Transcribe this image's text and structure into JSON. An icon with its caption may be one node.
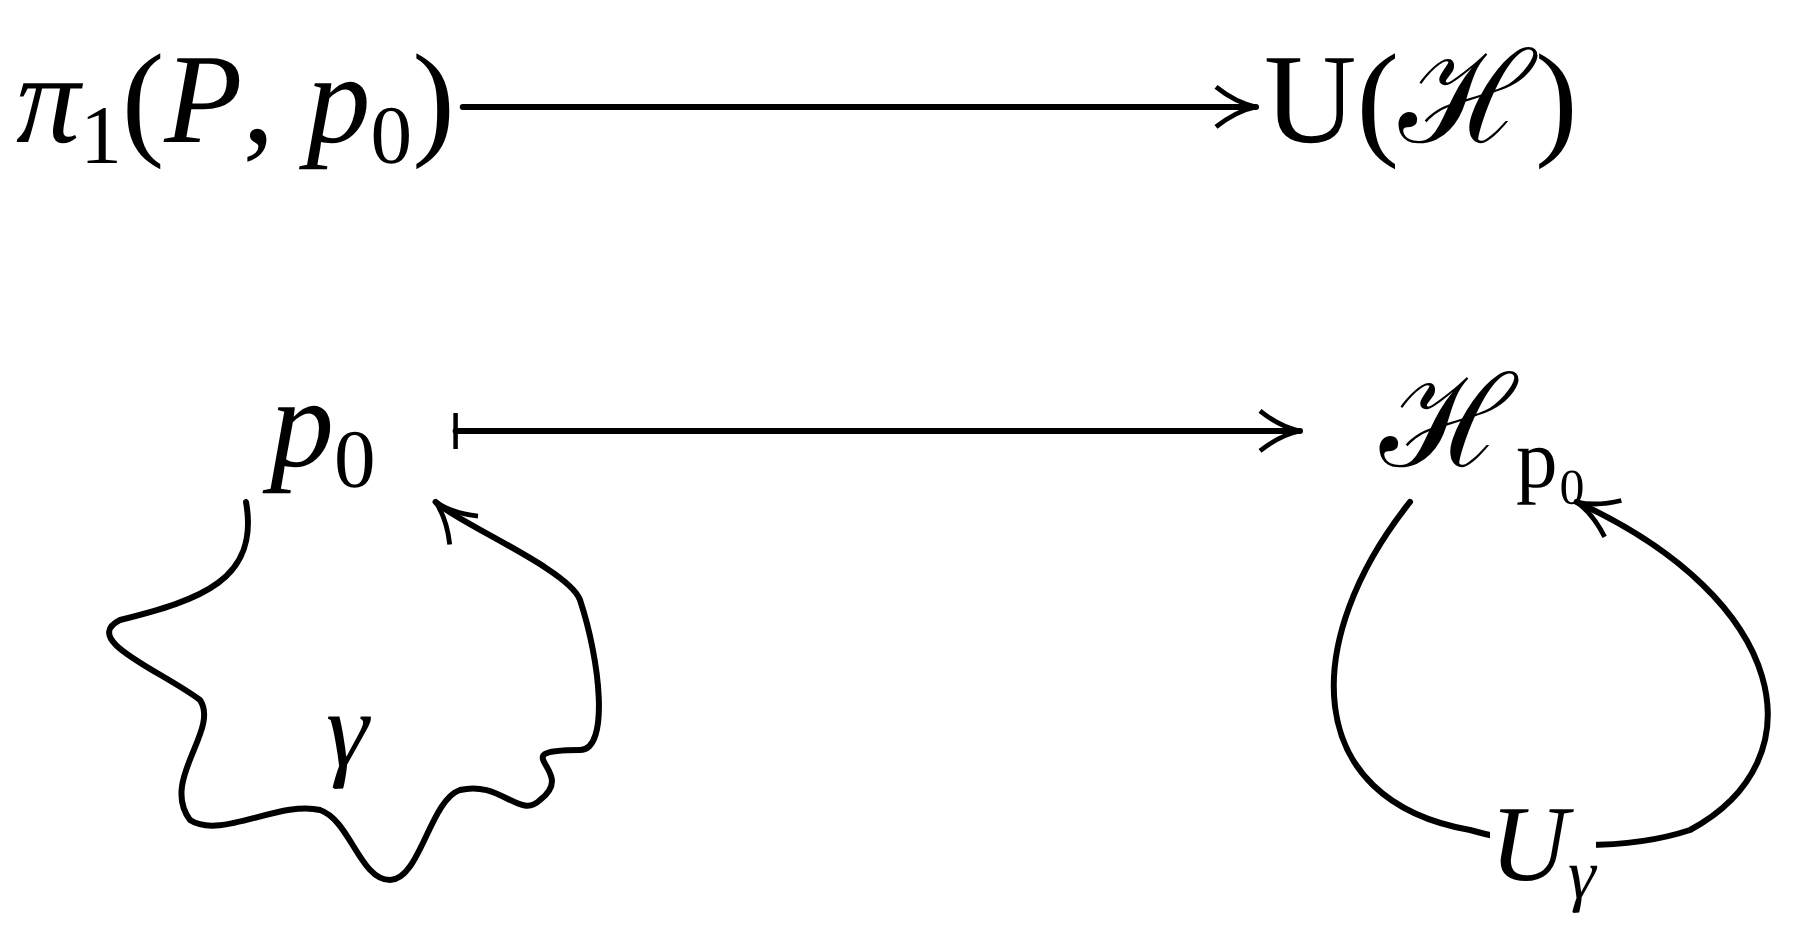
{
  "diagram": {
    "nodes": [
      {
        "text": [
          "*π*$_{1}$(*P*, *p*$_{0}$)"
        ]
      },
      {
        "text": [
          "U(ℋ)"
        ]
      },
      {
        "text": [
          "*p*$_{0}$"
        ]
      },
      {
        "text": [
          "ℋ$_{p₀}$"
        ]
      }
    ],
    "edges": [
      {
        "from": 0,
        "to": 1,
        "arrow": "to"
      },
      {
        "from": 2,
        "to": 3,
        "arrow": "to"
      },
      {
        "from": 2,
        "to": 2,
        "arrow": "to",
        "label": "γ"
      },
      {
        "from": 3,
        "to": 3,
        "arrow": "to",
        "label": "U$_{γ}$"
      }
    ]
  }
}
